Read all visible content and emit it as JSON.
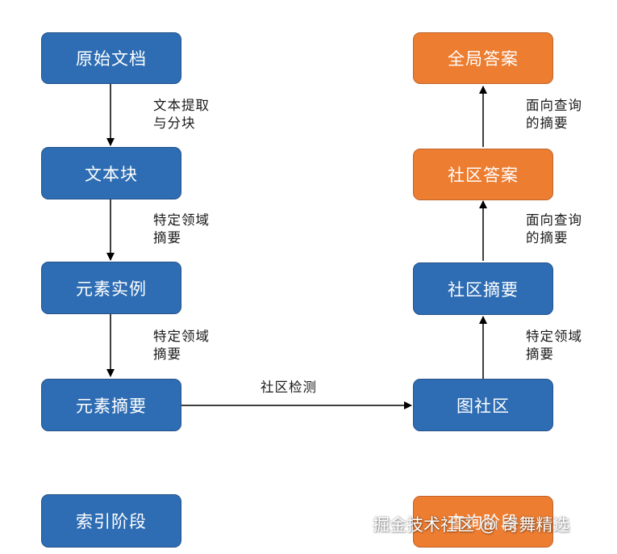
{
  "nodes": {
    "source_docs": "原始文档",
    "text_chunks": "文本块",
    "element_instances": "元素实例",
    "element_summaries": "元素摘要",
    "graph_communities": "图社区",
    "community_summaries": "社区摘要",
    "community_answers": "社区答案",
    "global_answer": "全局答案",
    "indexing_stage": "索引阶段",
    "query_stage": "查询阶段"
  },
  "edges": {
    "extract_and_chunk": "文本提取\n与分块",
    "domain_summary_1": "特定领域\n摘要",
    "domain_summary_2": "特定领域\n摘要",
    "community_detection": "社区检测",
    "domain_summary_3": "特定领域\n摘要",
    "query_focused_1": "面向查询\n的摘要",
    "query_focused_2": "面向查询\n的摘要"
  },
  "watermark": "掘金技术社区 @ 奇舞精选",
  "colors": {
    "indexing": "#2e6db3",
    "query": "#ed7d31"
  }
}
